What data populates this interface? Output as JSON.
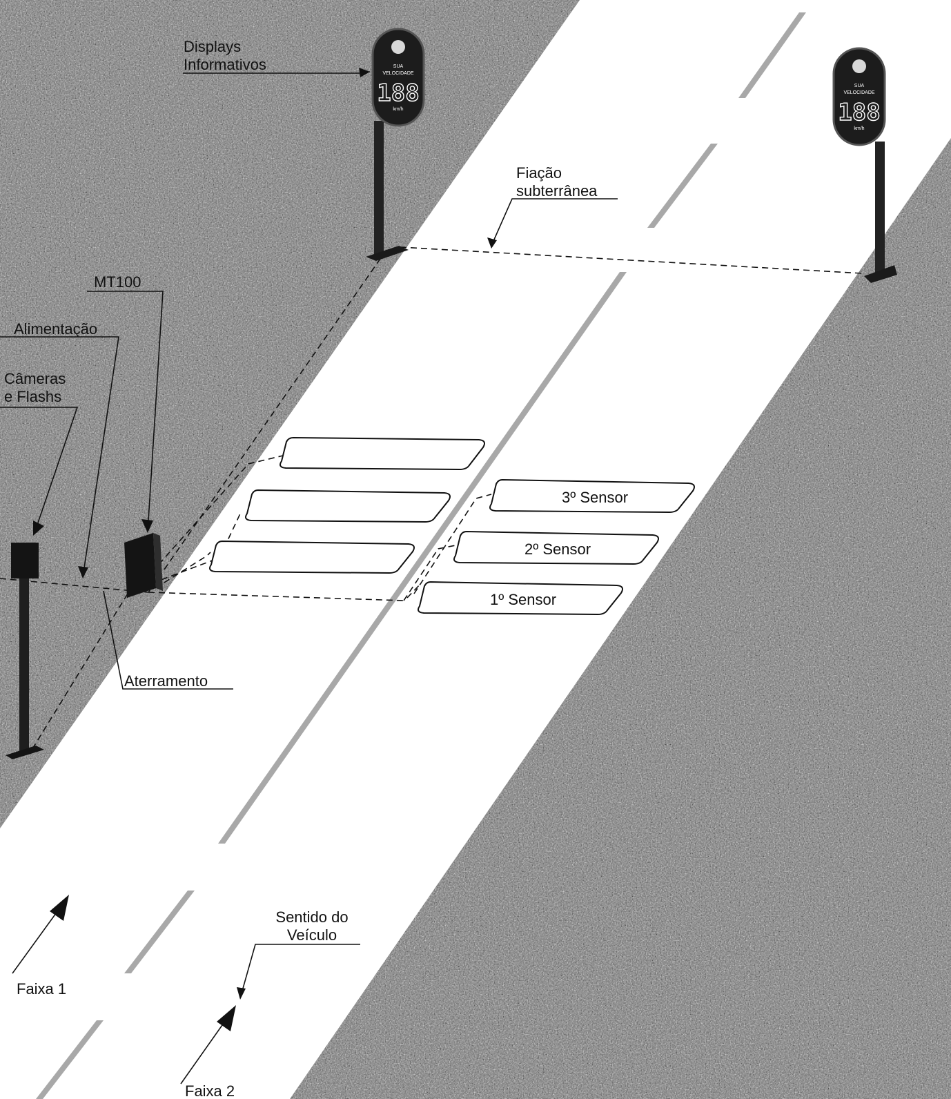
{
  "labels": {
    "displays_line1": "Displays",
    "displays_line2": "Informativos",
    "fiacao_line1": "Fiação",
    "fiacao_line2": "subterrânea",
    "mt100": "MT100",
    "alimentacao": "Alimentação",
    "cameras_line1": "Câmeras",
    "cameras_line2": "e Flashs",
    "aterramento": "Aterramento",
    "sentido_line1": "Sentido do",
    "sentido_line2": "Veículo",
    "faixa1": "Faixa 1",
    "faixa2": "Faixa 2"
  },
  "sensors": {
    "s3": "3º Sensor",
    "s2": "2º Sensor",
    "s1": "1º Sensor"
  },
  "speed_display": {
    "top_text": "SUA",
    "mid_text": "VELOCIDADE",
    "number": "188",
    "unit": "km/h"
  },
  "colors": {
    "asphalt": "#7a7a7a",
    "road": "#ffffff",
    "ink": "#111111"
  }
}
